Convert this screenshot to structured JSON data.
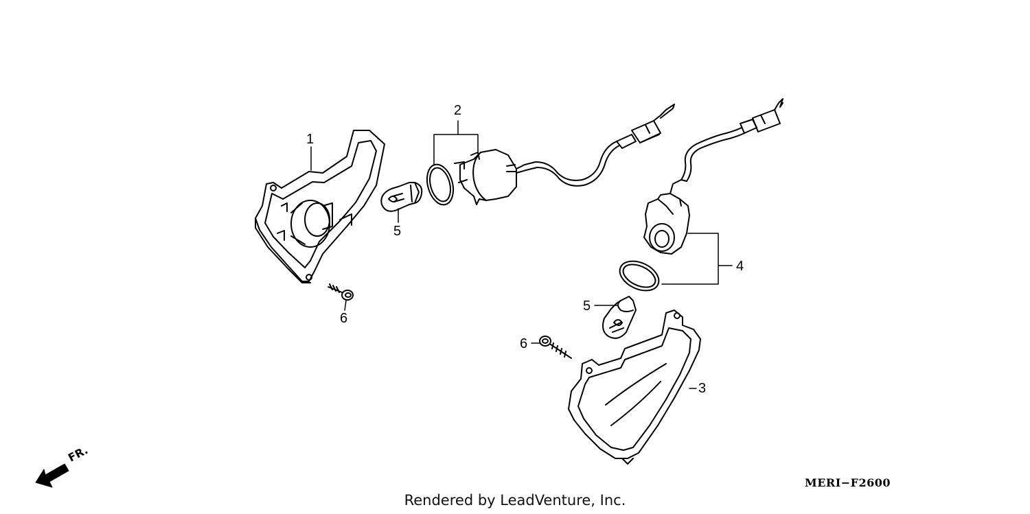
{
  "callouts": {
    "c1": "1",
    "c2": "2",
    "c3": "3",
    "c4": "4",
    "c5a": "5",
    "c5b": "5",
    "c6a": "6",
    "c6b": "6"
  },
  "orientation_label": "FR.",
  "diagram_code": "MERI−F2600",
  "footer": "Rendered by LeadVenture, Inc.",
  "colors": {
    "line": "#000000",
    "background": "#ffffff"
  }
}
